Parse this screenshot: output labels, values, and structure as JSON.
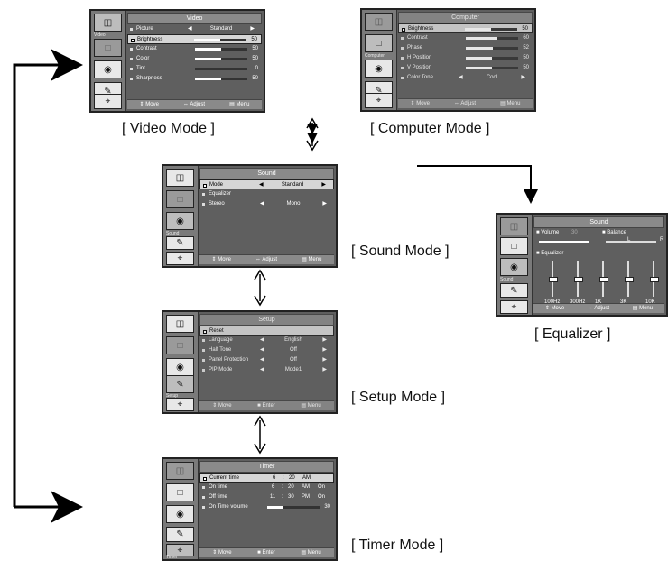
{
  "captions": {
    "video": "[ Video Mode ]",
    "computer": "[ Computer Mode ]",
    "sound": "[ Sound Mode ]",
    "equalizer": "[ Equalizer ]",
    "setup": "[ Setup Mode ]",
    "timer": "[ Timer Mode ]"
  },
  "sidebar_labels": {
    "video": "Video",
    "computer": "Computer",
    "sound": "Sound",
    "setup": "Setup",
    "timer": "Timer"
  },
  "video": {
    "title": "Video",
    "rows": [
      {
        "label": "Picture",
        "option": "Standard"
      },
      {
        "label": "Brightness",
        "value": "50",
        "level": 0.5
      },
      {
        "label": "Contrast",
        "value": "50",
        "level": 0.5
      },
      {
        "label": "Color",
        "value": "50",
        "level": 0.5
      },
      {
        "label": "Tint",
        "value": "0",
        "level": 0.0
      },
      {
        "label": "Sharpness",
        "value": "50",
        "level": 0.5
      }
    ],
    "footer": {
      "move": "Move",
      "adjust": "Adjust",
      "menu": "Menu"
    }
  },
  "computer": {
    "title": "Computer",
    "rows": [
      {
        "label": "Brightness",
        "value": "50",
        "level": 0.5
      },
      {
        "label": "Contrast",
        "value": "60",
        "level": 0.6
      },
      {
        "label": "Phase",
        "value": "52",
        "level": 0.52
      },
      {
        "label": "H Position",
        "value": "50",
        "level": 0.5
      },
      {
        "label": "V Position",
        "value": "50",
        "level": 0.5
      },
      {
        "label": "Color Tone",
        "option": "Cool"
      }
    ],
    "footer": {
      "move": "Move",
      "adjust": "Adjust",
      "menu": "Menu"
    }
  },
  "sound": {
    "title": "Sound",
    "rows": [
      {
        "label": "Mode",
        "option": "Standard"
      },
      {
        "label": "Equalizer"
      },
      {
        "label": "Stereo",
        "option": "Mono"
      }
    ],
    "footer": {
      "move": "Move",
      "adjust": "Adjust",
      "menu": "Menu"
    }
  },
  "equalizer": {
    "title": "Sound",
    "volume_label": "Volume",
    "volume_value": "30",
    "balance_label": "Balance",
    "balance_left": "L",
    "balance_right": "R",
    "eq_label": "Equalizer",
    "bands": [
      "100Hz",
      "300Hz",
      "1K",
      "3K",
      "10K"
    ],
    "band_levels": [
      0.5,
      0.5,
      0.5,
      0.5,
      0.5
    ],
    "footer": {
      "move": "Move",
      "adjust": "Adjust",
      "menu": "Menu"
    }
  },
  "setup": {
    "title": "Setup",
    "rows": [
      {
        "label": "Reset"
      },
      {
        "label": "Language",
        "option": "English"
      },
      {
        "label": "Half Tone",
        "option": "Off"
      },
      {
        "label": "Panel Protection",
        "option": "Off"
      },
      {
        "label": "PIP Mode",
        "option": "Mode1"
      }
    ],
    "footer": {
      "move": "Move",
      "enter": "Enter",
      "menu": "Menu"
    }
  },
  "timer": {
    "title": "Timer",
    "rows": [
      {
        "label": "Current time",
        "hh": "6",
        "mm": "20",
        "ampm": "AM",
        "state": ""
      },
      {
        "label": "On time",
        "hh": "6",
        "mm": "20",
        "ampm": "AM",
        "state": "On"
      },
      {
        "label": "Off time",
        "hh": "11",
        "mm": "30",
        "ampm": "PM",
        "state": "On"
      }
    ],
    "volume_row": {
      "label": "On Time volume",
      "value": "30",
      "level": 0.3
    },
    "footer": {
      "move": "Move",
      "enter": "Enter",
      "menu": "Menu"
    }
  }
}
